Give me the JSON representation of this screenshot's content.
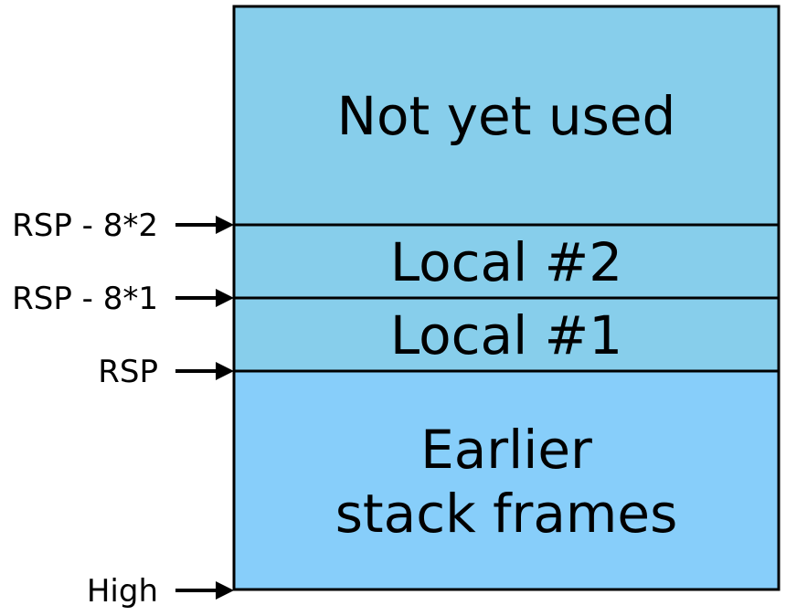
{
  "diagram": {
    "regions": [
      {
        "id": "not-yet-used",
        "lines": [
          "Not yet used"
        ],
        "color": "#87CEEB"
      },
      {
        "id": "local-2",
        "lines": [
          "Local #2"
        ],
        "color": "#87CEEB"
      },
      {
        "id": "local-1",
        "lines": [
          "Local #1"
        ],
        "color": "#87CEEB"
      },
      {
        "id": "earlier-frames",
        "lines": [
          "Earlier",
          "stack frames"
        ],
        "color": "#87CEFA"
      }
    ],
    "pointers": [
      {
        "id": "rsp-minus-16",
        "label": "RSP - 8*2"
      },
      {
        "id": "rsp-minus-8",
        "label": "RSP - 8*1"
      },
      {
        "id": "rsp",
        "label": "RSP"
      },
      {
        "id": "high",
        "label": "High"
      }
    ]
  }
}
